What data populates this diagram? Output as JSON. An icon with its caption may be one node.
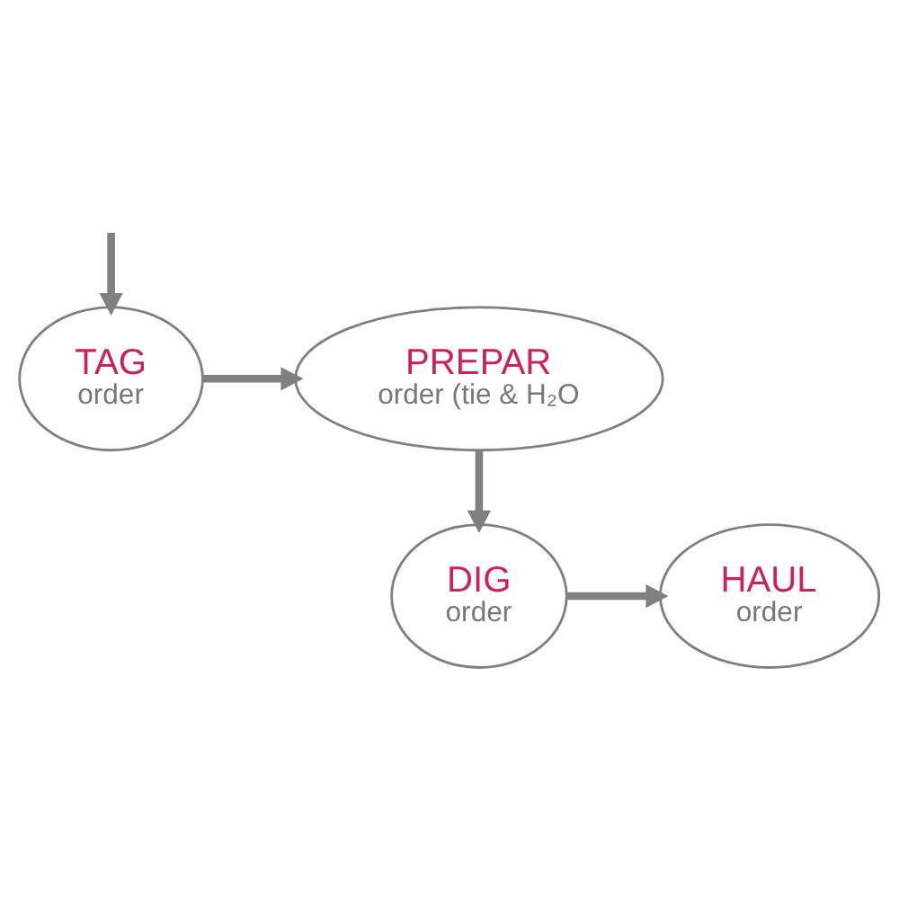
{
  "diagram": {
    "nodes": [
      {
        "text": [
          "TAG",
          "order"
        ]
      },
      {
        "text": [
          "PREPAR",
          "order (tie & H₂O"
        ]
      },
      {
        "text": [
          "DIG",
          "order"
        ]
      },
      {
        "text": [
          "HAUL",
          "order"
        ]
      }
    ],
    "edges": [
      {
        "from": null,
        "to": 0,
        "arrow": "to"
      },
      {
        "from": 0,
        "to": 1,
        "arrow": "to"
      },
      {
        "from": 1,
        "to": 2,
        "arrow": "to"
      },
      {
        "from": 2,
        "to": 3,
        "arrow": "to"
      }
    ]
  }
}
